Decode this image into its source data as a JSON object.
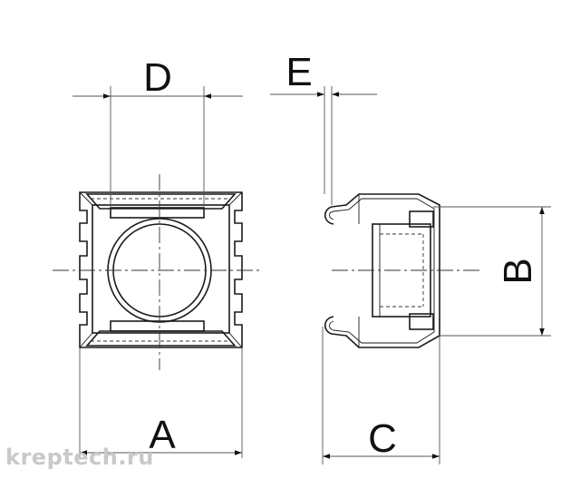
{
  "dimensions": {
    "A": "A",
    "B": "B",
    "C": "C",
    "D": "D",
    "E": "E"
  },
  "watermark": "kreptech.ru"
}
